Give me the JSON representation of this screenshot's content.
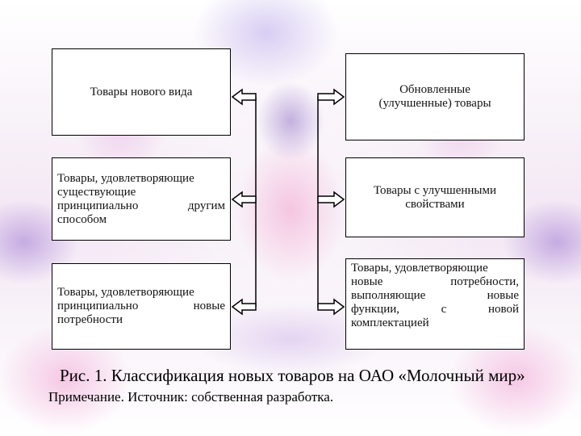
{
  "diagram": {
    "left_boxes": [
      {
        "text": "Товары нового вида"
      },
      {
        "lines": [
          "Товары, удовлетворяющие",
          "существующие",
          "принципиально другим",
          "способом"
        ]
      },
      {
        "lines": [
          "Товары, удовлетворяющие",
          "принципиально новые",
          "потребности"
        ]
      }
    ],
    "right_boxes": [
      {
        "lines": [
          "Обновленные",
          "(улучшенные) товары"
        ]
      },
      {
        "lines": [
          "Товары с улучшенными",
          "свойствами"
        ]
      },
      {
        "lines": [
          "Товары, удовлетворяющие",
          "новые потребности,",
          "выполняющие новые",
          "функции, с новой",
          "комплектацией"
        ]
      }
    ]
  },
  "caption": "Рис. 1. Классификация новых товаров на ОАО «Молочный мир»",
  "note": "Примечание. Источник: собственная разработка."
}
